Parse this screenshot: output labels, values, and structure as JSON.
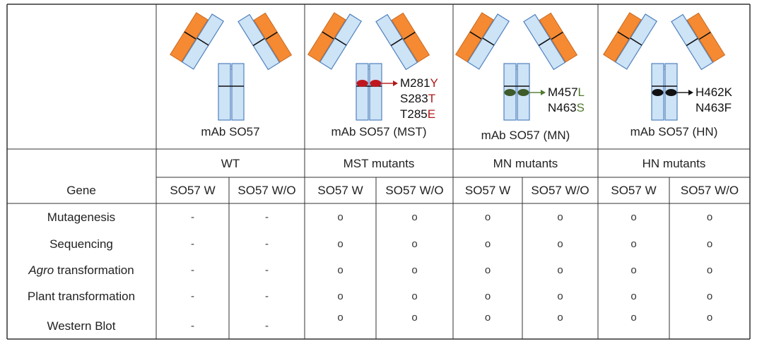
{
  "constructs": [
    {
      "caption": "mAb SO57",
      "mutations": [],
      "marker_color": null
    },
    {
      "caption": "mAb SO57 (MST)",
      "marker_color": "#c0171f",
      "mut_color": "#b01818",
      "mutations": [
        {
          "base": "M281",
          "res": "Y"
        },
        {
          "base": "S283",
          "res": "T"
        },
        {
          "base": "T285",
          "res": "E"
        }
      ]
    },
    {
      "caption": "mAb SO57 (MN)",
      "marker_color": "#3e5b2a",
      "mut_color": "#4f7a2e",
      "mutations": [
        {
          "base": "M457",
          "res": "L"
        },
        {
          "base": "N463",
          "res": "S"
        }
      ]
    },
    {
      "caption": "mAb SO57 (HN)",
      "marker_color": "#111111",
      "mut_color": "#111111",
      "mutations": [
        {
          "base": "H462K",
          "res": ""
        },
        {
          "base": "N463F",
          "res": ""
        }
      ]
    }
  ],
  "groups": [
    "WT",
    "MST mutants",
    "MN mutants",
    "HN mutants"
  ],
  "gene_header": "Gene",
  "genes": [
    "SO57 W",
    "SO57 W/O",
    "SO57 W",
    "SO57 W/O",
    "SO57 W",
    "SO57 W/O",
    "SO57 W",
    "SO57 W/O"
  ],
  "rows": [
    {
      "label": "Mutagenesis",
      "italic_prefix": "",
      "values": [
        "-",
        "-",
        "o",
        "o",
        "o",
        "o",
        "o",
        "o"
      ]
    },
    {
      "label": "Sequencing",
      "italic_prefix": "",
      "values": [
        "-",
        "-",
        "o",
        "o",
        "o",
        "o",
        "o",
        "o"
      ]
    },
    {
      "label": " transformation",
      "italic_prefix": "Agro",
      "values": [
        "-",
        "-",
        "o",
        "o",
        "o",
        "o",
        "o",
        "o"
      ]
    },
    {
      "label": "Plant transformation",
      "italic_prefix": "",
      "values": [
        "-",
        "-",
        "o",
        "o",
        "o",
        "o",
        "o",
        "o"
      ]
    },
    {
      "label": "Western Blot",
      "italic_prefix": "",
      "values": [
        "-",
        "-",
        "o",
        "o",
        "o",
        "o",
        "o",
        "o"
      ]
    }
  ],
  "colors": {
    "light_chain": "#f58a33",
    "heavy_chain": "#cde3f6",
    "outline": "#4f81bd",
    "arrow_default": "#333333"
  }
}
